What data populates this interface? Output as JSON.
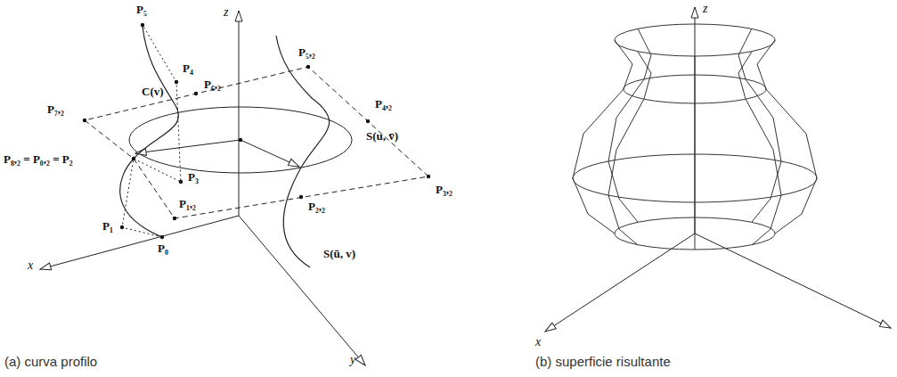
{
  "diagram": {
    "labels": [
      "P₅",
      "P₄",
      "C(v)",
      "P₆,₂",
      "P₅,₂",
      "P₄,₂",
      "P₇,₂",
      "P₃",
      "S(u, v̄)",
      "P₈,₂ = P₀,₂ = P₂",
      "P₃,₂",
      "P₁",
      "P₁,₂",
      "P₂,₂",
      "P₀",
      "S(ū, v)",
      "x",
      "y",
      "z",
      "z",
      "x",
      "(a) curva profilo",
      "(b) superficie risultante"
    ]
  }
}
